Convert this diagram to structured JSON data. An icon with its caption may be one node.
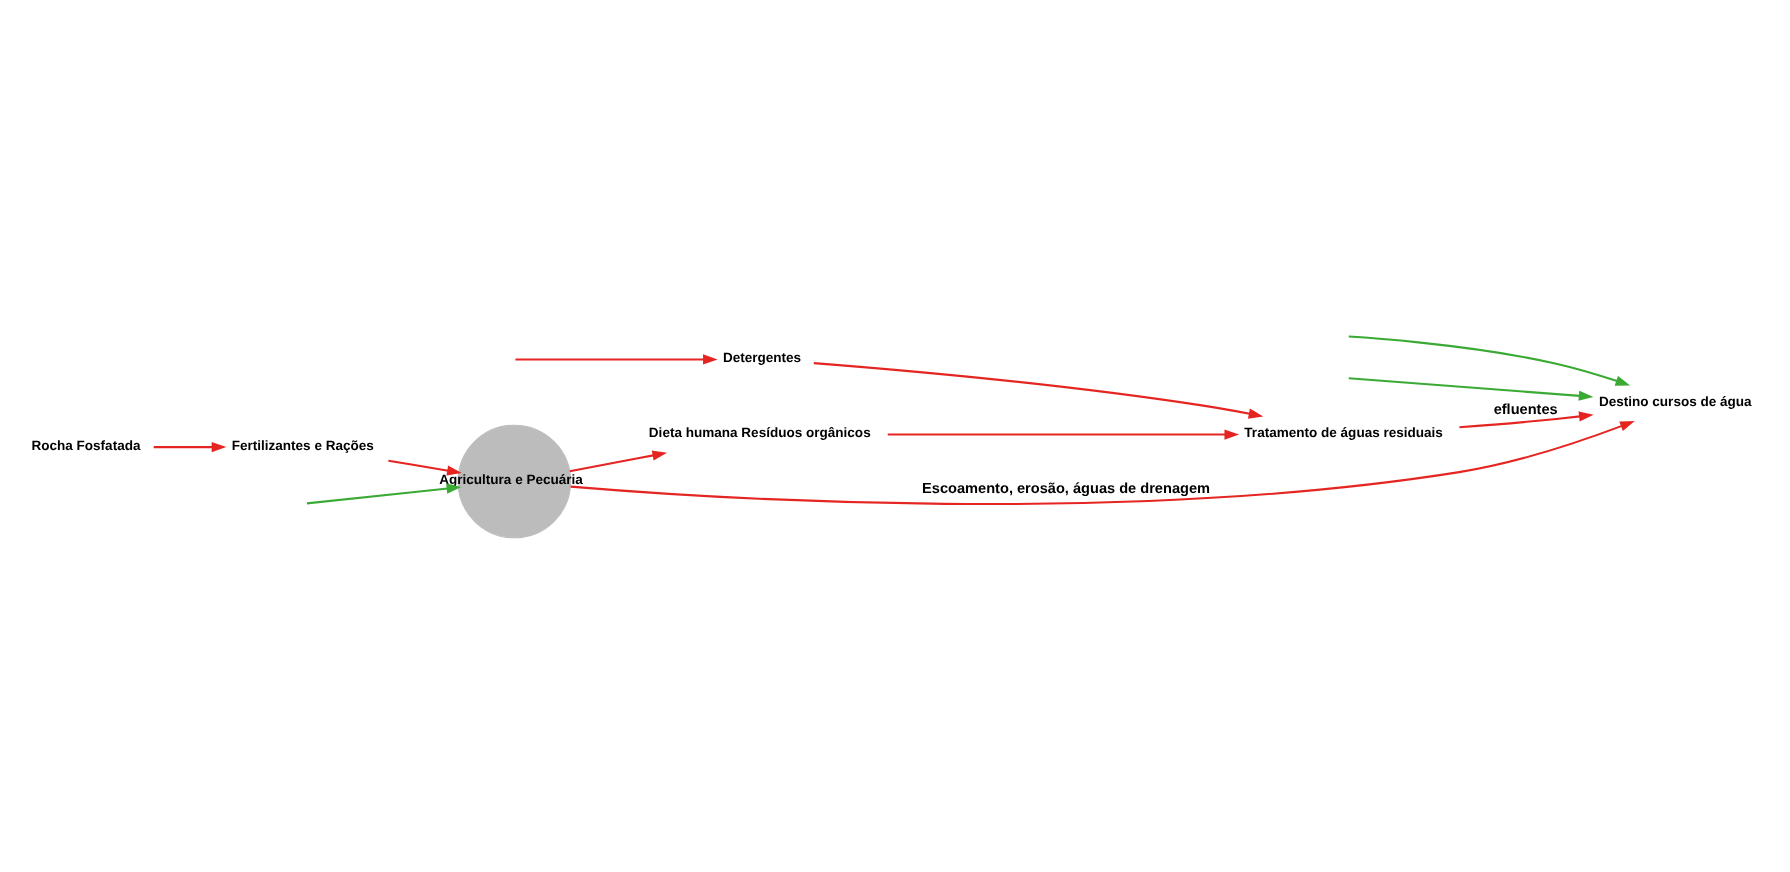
{
  "diagram": {
    "nodes": [
      {
        "text": [
          "Agricultura e Pecuária"
        ]
      },
      {
        "text": [
          "Fertilizantes e Rações"
        ]
      },
      {
        "text": [
          "Rocha Fosfatada"
        ]
      },
      {
        "text": [
          "Detergentes"
        ]
      },
      {
        "text": [
          "Dieta humana Resíduos orgânicos"
        ]
      },
      {
        "text": [
          "Tratamento de águas residuais"
        ]
      },
      {
        "text": [
          "Destino cursos de água"
        ]
      }
    ],
    "edges": [
      {
        "from": null,
        "to": 0,
        "arrow": "to",
        "color": "#3aaa35"
      },
      {
        "from": 1,
        "to": 0,
        "arrow": "to"
      },
      {
        "from": 2,
        "to": 1,
        "arrow": "to"
      },
      {
        "from": null,
        "to": 3,
        "arrow": "to"
      },
      {
        "from": 0,
        "to": 4,
        "arrow": "to"
      },
      {
        "from": 3,
        "to": 5,
        "arrow": "to"
      },
      {
        "from": 4,
        "to": 5,
        "arrow": "to"
      },
      {
        "from": 5,
        "to": 6,
        "arrow": "to",
        "label": "efluentes"
      },
      {
        "from": null,
        "to": 6,
        "arrow": "to",
        "color": "#3aaa35"
      },
      {
        "from": 0,
        "to": 6,
        "arrow": "to",
        "label": "Escoamento, erosão, águas de drenagem"
      },
      {
        "from": null,
        "to": 6,
        "arrow": "to",
        "color": "#3aaa35"
      }
    ]
  }
}
